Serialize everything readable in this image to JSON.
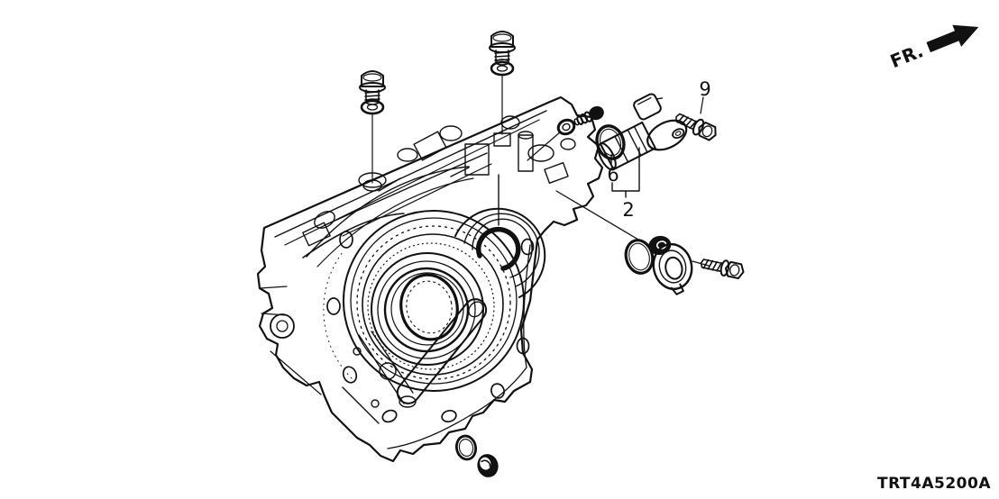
{
  "page": {
    "background": "#ffffff",
    "ink_color": "#111111"
  },
  "annotations": {
    "direction_indicator": {
      "label": "FR."
    },
    "diagram_code": {
      "label": "TRT4A5200A"
    },
    "callouts": {
      "c9": {
        "label": "9"
      },
      "c6": {
        "label": "6"
      },
      "c2": {
        "label": "2"
      }
    }
  }
}
